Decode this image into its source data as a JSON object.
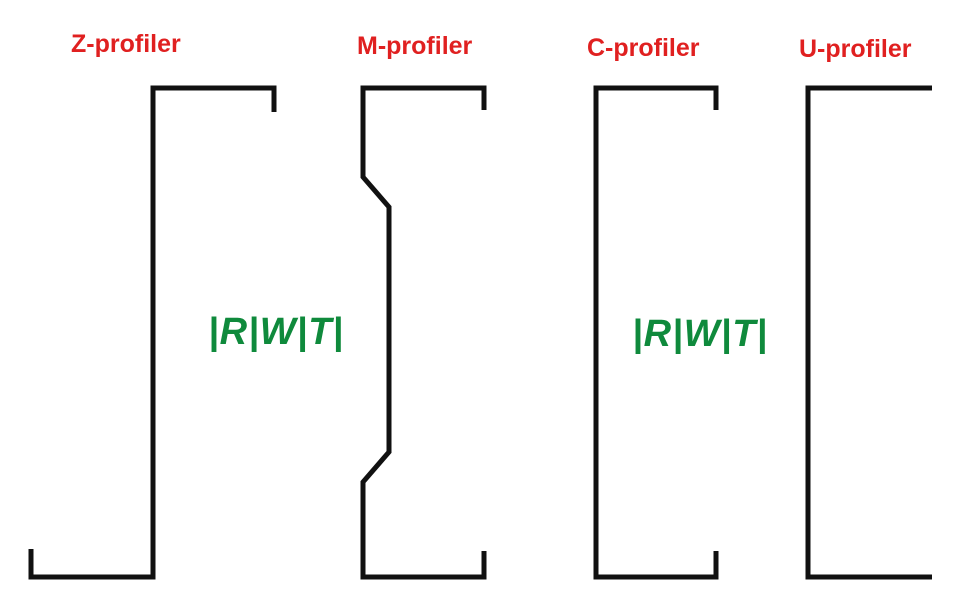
{
  "profiles": [
    {
      "key": "z",
      "label": "Z-profiler",
      "shape": "z-profile"
    },
    {
      "key": "m",
      "label": "M-profiler",
      "shape": "m-profile"
    },
    {
      "key": "c",
      "label": "C-profiler",
      "shape": "c-profile"
    },
    {
      "key": "u",
      "label": "U-profiler",
      "shape": "u-profile"
    }
  ],
  "watermark": "|R|W|T|",
  "colors": {
    "label": "#e02020",
    "watermark": "#0f8a3c",
    "line": "#111111",
    "background": "#ffffff"
  }
}
